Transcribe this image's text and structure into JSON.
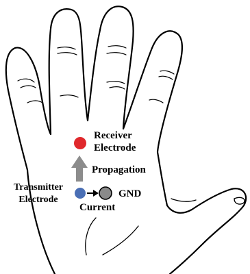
{
  "labels": {
    "receiver_line1": "Receiver",
    "receiver_line2": "Electrode",
    "propagation": "Propagation",
    "transmitter_line1": "Transmitter",
    "transmitter_line2": "Electrode",
    "gnd": "GND",
    "current": "Current"
  },
  "colors": {
    "receiver_electrode": "#e0282c",
    "transmitter_electrode": "#4a6fb5",
    "gnd_node": "#8a8a8a",
    "propagation_arrow": "#8c8c8c",
    "outline": "#000000"
  }
}
